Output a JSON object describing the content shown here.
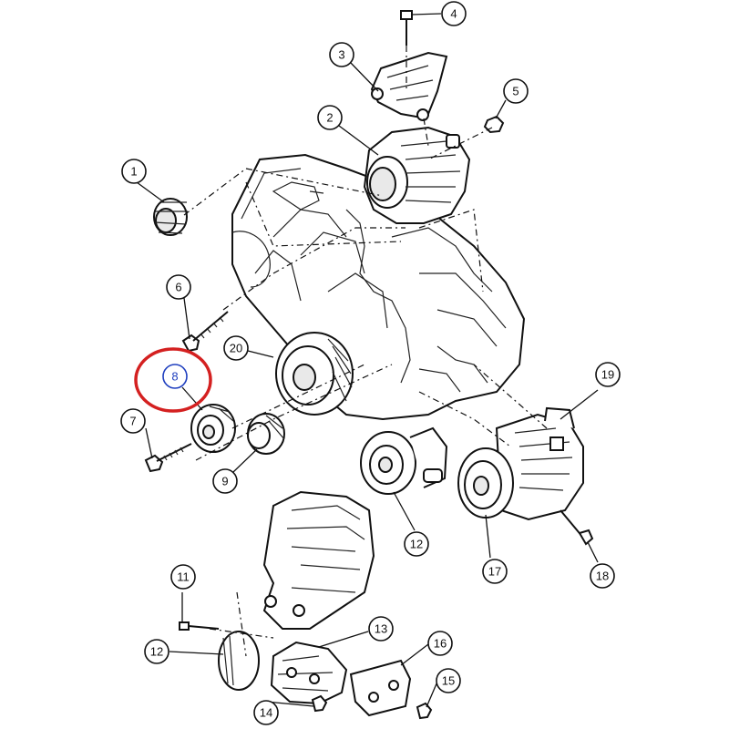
{
  "callouts": [
    {
      "id": "c1",
      "label": "1"
    },
    {
      "id": "c2",
      "label": "2"
    },
    {
      "id": "c3",
      "label": "3"
    },
    {
      "id": "c4",
      "label": "4"
    },
    {
      "id": "c5",
      "label": "5"
    },
    {
      "id": "c6",
      "label": "6"
    },
    {
      "id": "c7",
      "label": "7"
    },
    {
      "id": "c8",
      "label": "8",
      "highlighted": true
    },
    {
      "id": "c9",
      "label": "9"
    },
    {
      "id": "c11",
      "label": "11"
    },
    {
      "id": "c12a",
      "label": "12"
    },
    {
      "id": "c12b",
      "label": "12"
    },
    {
      "id": "c13",
      "label": "13"
    },
    {
      "id": "c14",
      "label": "14"
    },
    {
      "id": "c15",
      "label": "15"
    },
    {
      "id": "c16",
      "label": "16"
    },
    {
      "id": "c17",
      "label": "17"
    },
    {
      "id": "c18",
      "label": "18"
    },
    {
      "id": "c19",
      "label": "19"
    },
    {
      "id": "c20",
      "label": "20"
    }
  ],
  "colors": {
    "highlight": "#d42020",
    "highlight_text": "#1f3fbf",
    "line": "#111111"
  }
}
